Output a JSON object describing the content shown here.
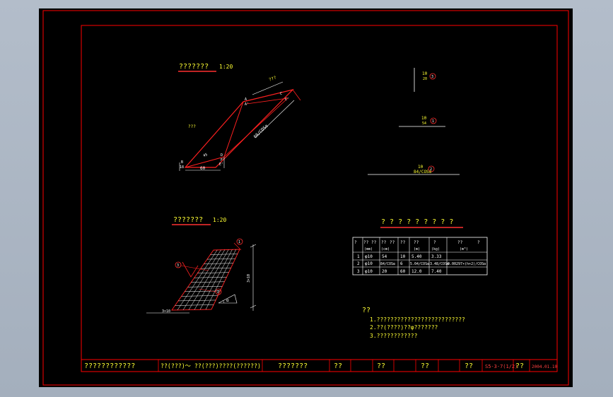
{
  "colors": {
    "background": "#000000",
    "viewport": "#a9b4c2",
    "frame": "#ff0000",
    "text": "#ffff33",
    "dim": "#ffffff"
  },
  "drawing": {
    "view1_title": "???????",
    "view1_scale": "1:20",
    "view2_title": "???????",
    "view2_scale": "1:20",
    "v1_label_top": "???",
    "v1_label_left": "???",
    "v1_dim_diag": "60/COSα",
    "v1_dim_bottom": "60",
    "v1_dim_mid": "45",
    "v1_dim_left": "18",
    "v1_pt_a": "A",
    "v1_pt_a2": "A'",
    "v1_pt_b": "B",
    "v1_pt_c": "C",
    "v1_pt_c2": "C'",
    "v1_pt_d": "D",
    "v1_pt_e": "E'",
    "v1_pt_f": "F'",
    "v2_dim_vertical": "3×10",
    "v2_dim_bottom": "3×10",
    "v2_angle": "α",
    "bar1_label": "10",
    "bar1_sub": "20",
    "bar2_label": "10",
    "bar2_sub": "54",
    "bar3_label": "10",
    "bar3_sub": "84/COSα",
    "table_title": "? ? ? ? ? ? ? ? ?",
    "notes_title": "??",
    "notes": [
      "1.??????????????????????????",
      "2.??(????)??φ???????",
      "3.????????????"
    ]
  },
  "table": {
    "headers": [
      "?",
      "??",
      "??",
      "??",
      "??",
      "??",
      "??",
      "?",
      "??",
      "?"
    ],
    "units": [
      "(mm)",
      "(cm)",
      "",
      "(m)",
      "(kg)",
      "(m³)"
    ],
    "rows": [
      [
        "1",
        "φ10",
        "54",
        "10",
        "5.40",
        "3.33",
        ""
      ],
      [
        "2",
        "φ10",
        "84/COSα",
        "6",
        "5.04/COSα",
        "3.48/COSα",
        "0.00297×(h+2)/COSα"
      ],
      [
        "3",
        "φ10",
        "20",
        "60",
        "12.0",
        "7.40",
        ""
      ]
    ]
  },
  "title_block": {
    "project": "????????????",
    "sheet_desc": "??(???)～ ??(???)????(??????)",
    "drawing_name": "???????",
    "label_design": "??",
    "label_review": "??",
    "label_check": "??",
    "label_approve": "??",
    "drawing_no": "S5-3-7(1/2)",
    "label_date": "??",
    "date": "2004.01.10"
  }
}
